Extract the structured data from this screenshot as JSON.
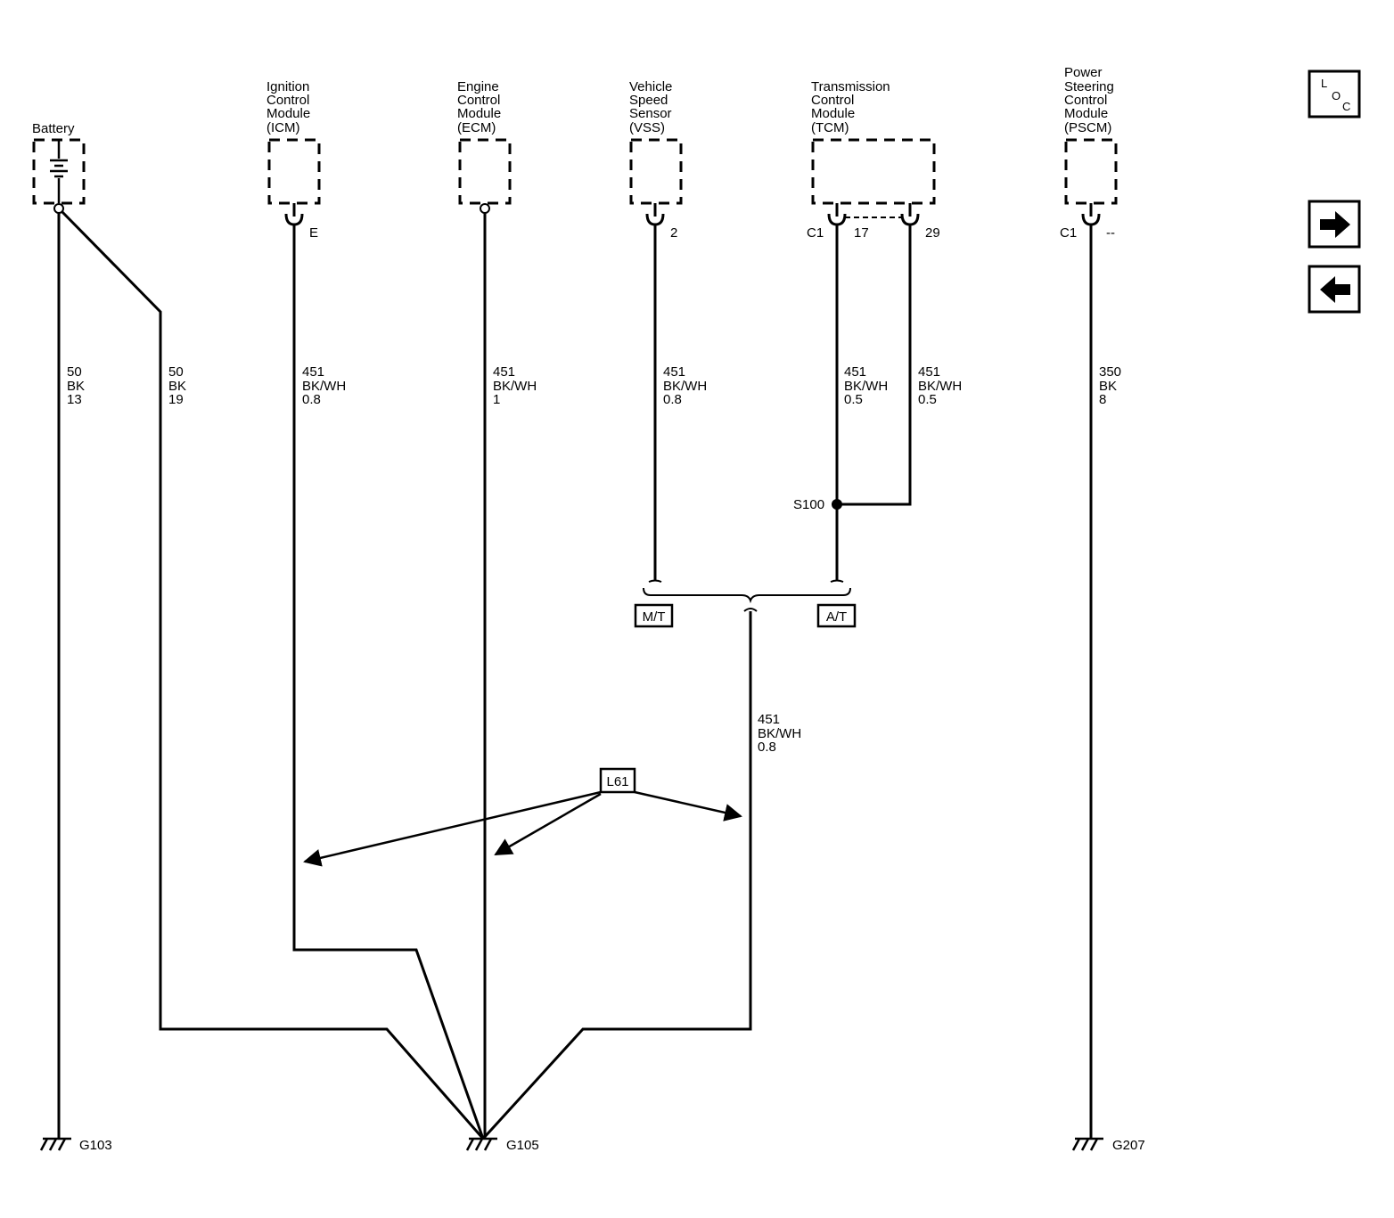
{
  "components": {
    "battery": {
      "name": "Battery"
    },
    "icm": {
      "l1": "Ignition",
      "l2": "Control",
      "l3": "Module",
      "l4": "(ICM)",
      "pin": "E"
    },
    "ecm": {
      "l1": "Engine",
      "l2": "Control",
      "l3": "Module",
      "l4": "(ECM)"
    },
    "vss": {
      "l1": "Vehicle",
      "l2": "Speed",
      "l3": "Sensor",
      "l4": "(VSS)",
      "pin": "2"
    },
    "tcm": {
      "l1": "Transmission",
      "l2": "Control",
      "l3": "Module",
      "l4": "(TCM)",
      "conn": "C1",
      "pin_a": "17",
      "pin_b": "29"
    },
    "pscm": {
      "l1": "Power",
      "l2": "Steering",
      "l3": "Control",
      "l4": "Module",
      "l5": "(PSCM)",
      "conn": "C1",
      "pin": "--"
    }
  },
  "wires": {
    "bat13": {
      "circuit": "50",
      "color": "BK",
      "size": "13"
    },
    "bat19": {
      "circuit": "50",
      "color": "BK",
      "size": "19"
    },
    "icm": {
      "circuit": "451",
      "color": "BK/WH",
      "size": "0.8"
    },
    "ecm": {
      "circuit": "451",
      "color": "BK/WH",
      "size": "1"
    },
    "vss": {
      "circuit": "451",
      "color": "BK/WH",
      "size": "0.8"
    },
    "tcm17": {
      "circuit": "451",
      "color": "BK/WH",
      "size": "0.5"
    },
    "tcm29": {
      "circuit": "451",
      "color": "BK/WH",
      "size": "0.5"
    },
    "pscm": {
      "circuit": "350",
      "color": "BK",
      "size": "8"
    },
    "common": {
      "circuit": "451",
      "color": "BK/WH",
      "size": "0.8"
    }
  },
  "splice": {
    "name": "S100"
  },
  "options": {
    "mt": "M/T",
    "at": "A/T",
    "engine": "L61"
  },
  "grounds": {
    "g103": "G103",
    "g105": "G105",
    "g207": "G207"
  },
  "nav": {
    "loc_l": "L",
    "loc_o": "O",
    "loc_c": "C",
    "next_icon": "arrow-right-icon",
    "prev_icon": "arrow-left-icon"
  }
}
